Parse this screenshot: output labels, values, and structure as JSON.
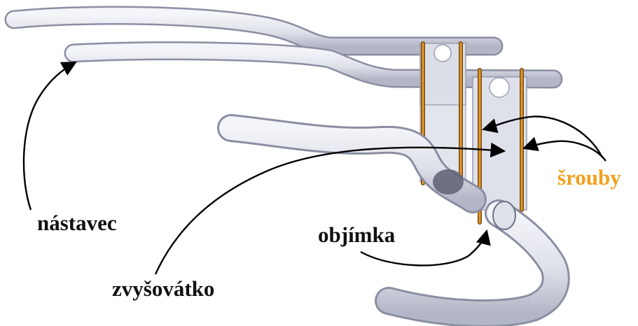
{
  "labels": {
    "nastavec": "nástavec",
    "objimka": "objímka",
    "zvysovatko": "zvyšovátko",
    "srouby": "šrouby"
  },
  "colors": {
    "tube_fill": "#e6e7ee",
    "tube_shade": "#b9bccb",
    "tube_outline": "#8a8ea2",
    "screw": "#e39a2a",
    "screw_dark": "#7a4a12",
    "arrow": "#000000",
    "label_text": "#111111",
    "srouby_text": "#f2a01e"
  },
  "icons": [
    "handlebar-drawing",
    "screw",
    "arrowhead"
  ]
}
